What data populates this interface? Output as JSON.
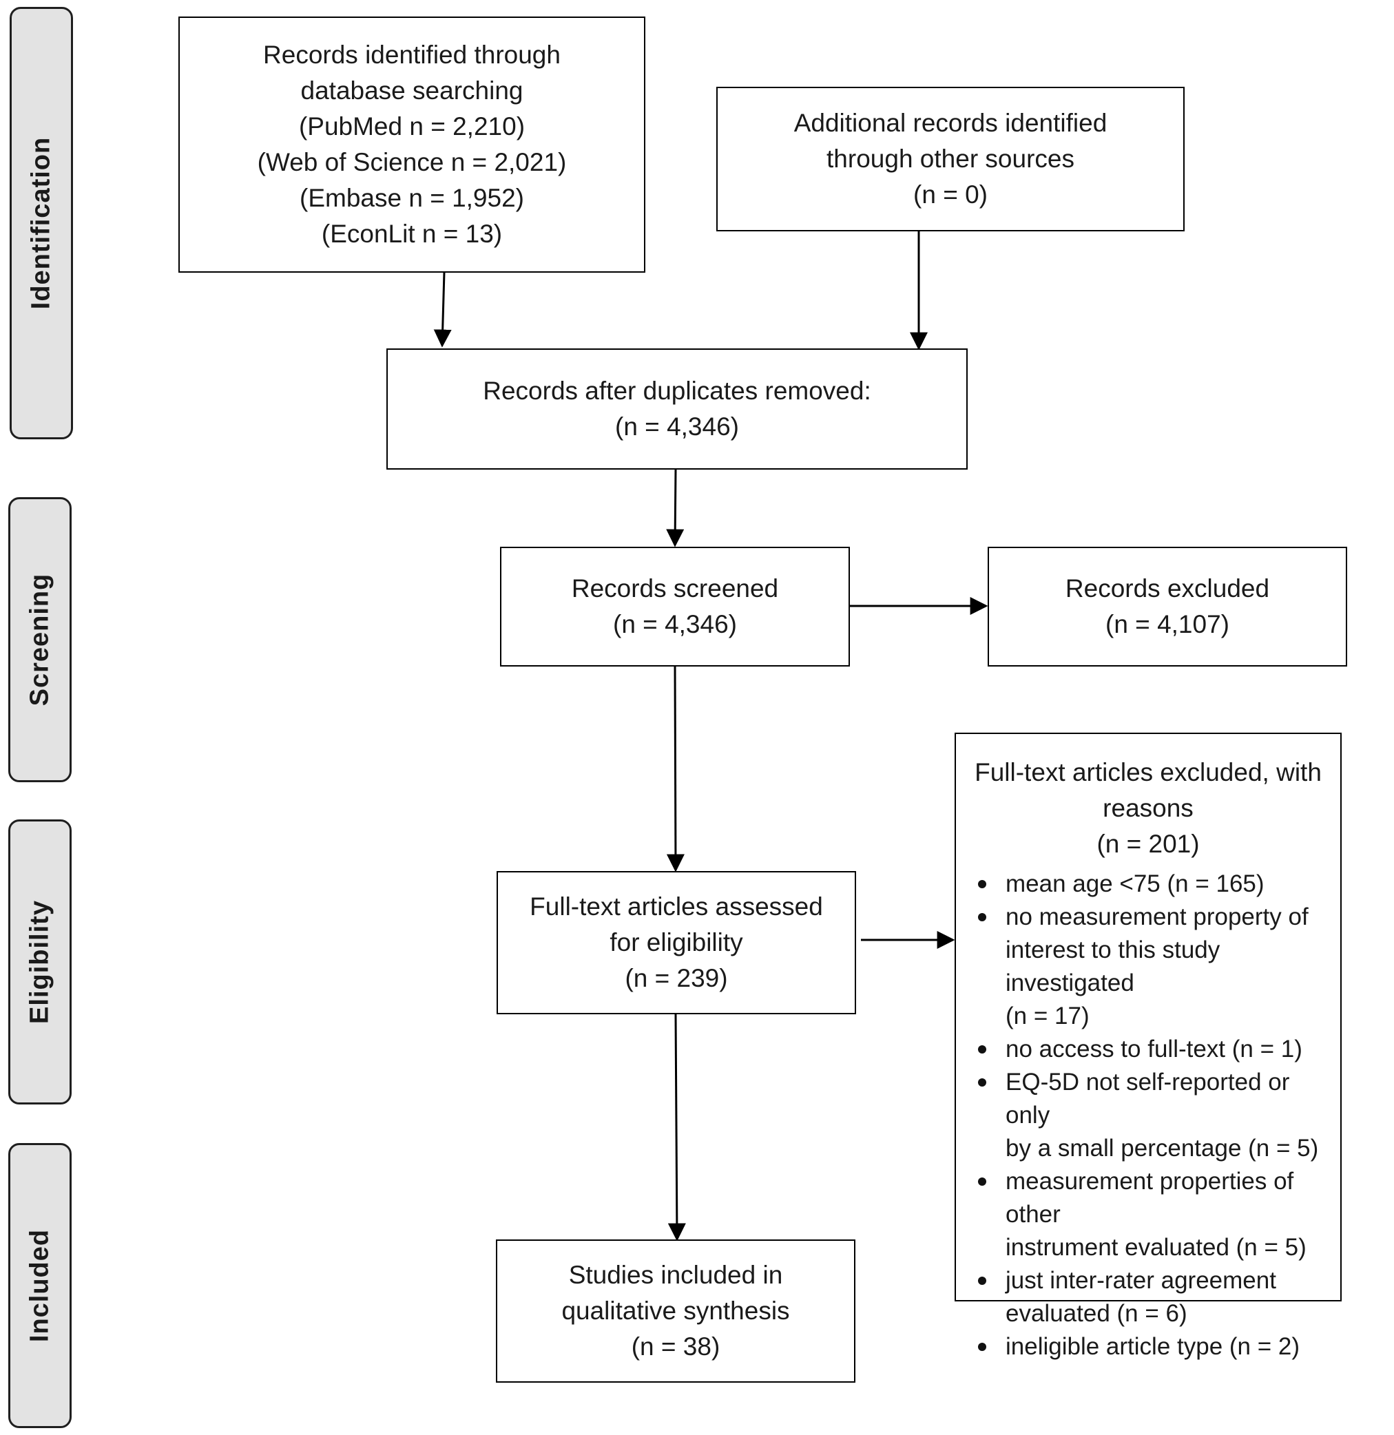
{
  "stages": [
    {
      "label": "Identification"
    },
    {
      "label": "Screening"
    },
    {
      "label": "Eligibility"
    },
    {
      "label": "Included"
    }
  ],
  "boxes": {
    "database": {
      "lines": [
        "Records identified through",
        "database searching",
        "(PubMed n = 2,210)",
        "(Web of Science n = 2,021)",
        "(Embase n = 1,952)",
        "(EconLit n = 13)"
      ]
    },
    "other_sources": {
      "lines": [
        "Additional records identified",
        "through other sources",
        "(n = 0)"
      ]
    },
    "duplicates_removed": {
      "lines": [
        "Records after duplicates removed:",
        "(n =  4,346)"
      ]
    },
    "screened": {
      "lines": [
        "Records screened",
        "(n = 4,346)"
      ]
    },
    "excluded": {
      "lines": [
        "Records excluded",
        "(n = 4,107)"
      ]
    },
    "full_text": {
      "lines": [
        "Full-text articles assessed",
        "for eligibility",
        "(n = 239)"
      ]
    },
    "included": {
      "lines": [
        "Studies included in",
        "qualitative synthesis",
        "(n = 38)"
      ]
    },
    "full_text_excluded": {
      "title_lines": [
        "Full-text articles excluded, with",
        "reasons",
        "(n = 201)"
      ],
      "reasons": [
        [
          "mean age <75 (n = 165)"
        ],
        [
          "no measurement property of",
          "interest to this study investigated",
          "(n = 17)"
        ],
        [
          "no access to full-text (n = 1)"
        ],
        [
          "EQ-5D not self-reported or only",
          "by a small percentage (n = 5)"
        ],
        [
          "measurement properties of other",
          "instrument evaluated (n = 5)"
        ],
        [
          "just inter-rater agreement",
          "evaluated (n = 6)"
        ],
        [
          "ineligible article type (n = 2)"
        ]
      ]
    }
  }
}
